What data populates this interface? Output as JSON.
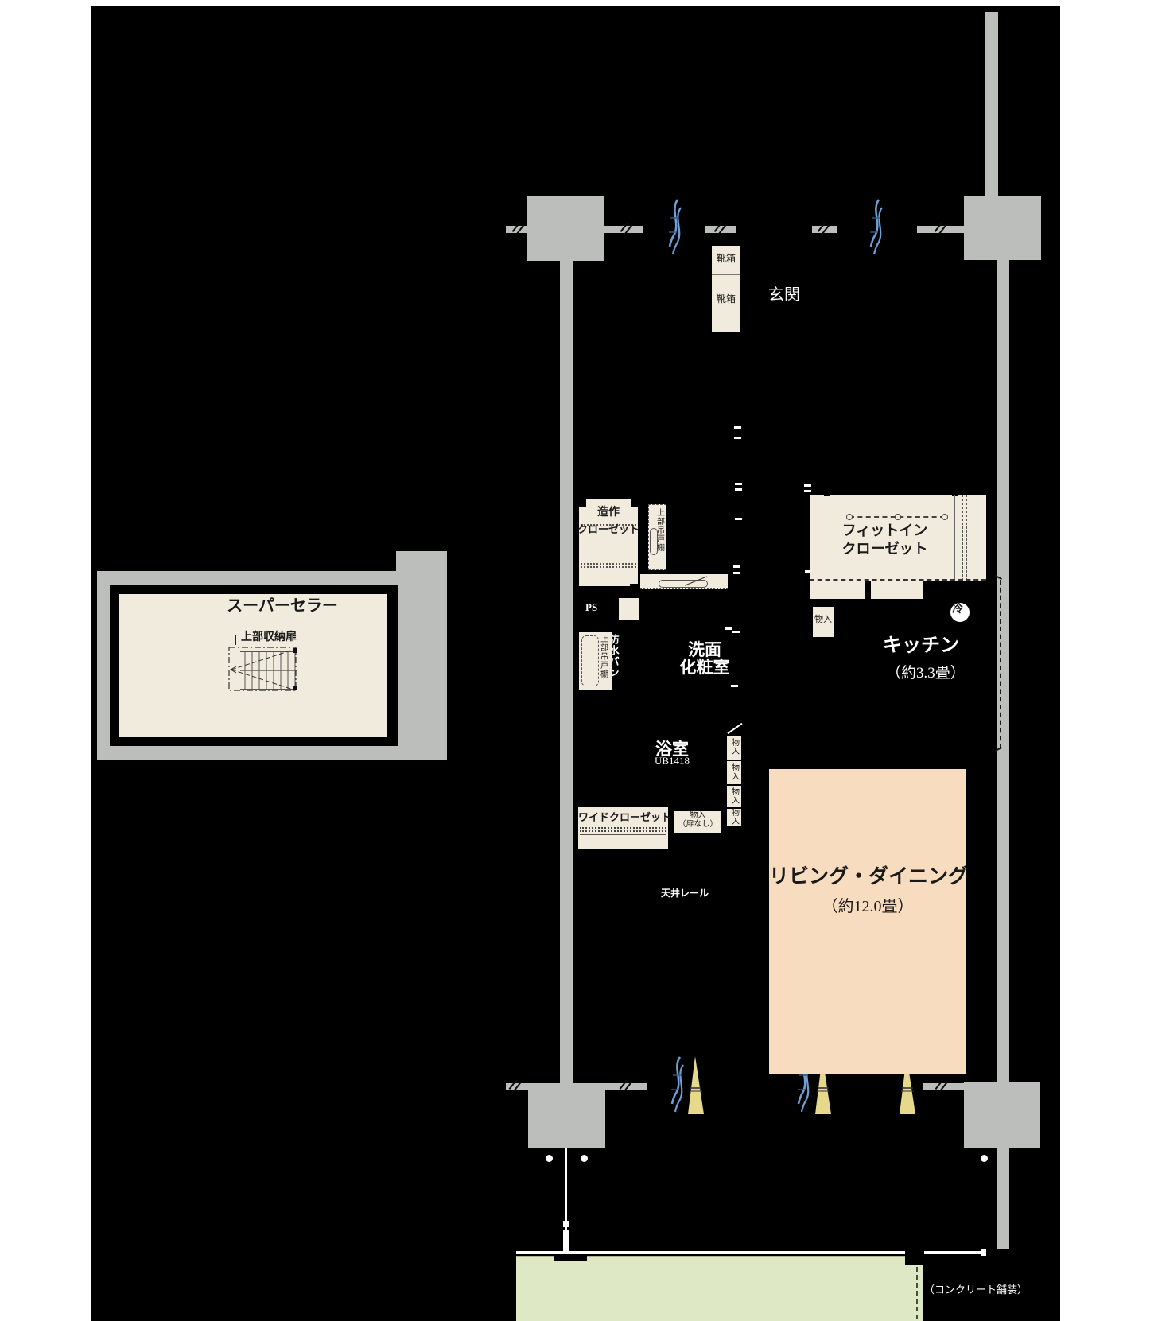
{
  "colors": {
    "background": "#000000",
    "page_margin": "#ffffff",
    "concrete_gray": "#bcbebc",
    "room_cream": "#f1ebdd",
    "living_peach": "#f7dcbf",
    "balcony_green": "#dfe8c5",
    "window_blue": "#6f9fd8",
    "cone_yellow": "#e6d98c"
  },
  "labels": {
    "entrance": "玄関",
    "shoe_box": "靴箱",
    "zousaku_closet_l1": "造作",
    "zousaku_closet_l2": "クローゼット",
    "upper_hanging_cabinet": "上部吊戸棚",
    "ps": "PS",
    "waterproof_pan": "防水パン",
    "washroom_l1": "洗面",
    "washroom_l2": "化粧室",
    "fit_in_closet_l1": "フィットイン",
    "fit_in_closet_l2": "クローゼット",
    "storage": "物入",
    "fridge": "冷",
    "kitchen": "キッチン",
    "kitchen_size": "（約3.3畳）",
    "bathroom": "浴室",
    "bathroom_unit": "UB1418",
    "wide_closet": "ワイドクローゼット",
    "storage_no_door_l1": "物入",
    "storage_no_door_l2": "（扉なし）",
    "ceiling_rail": "天井レール",
    "living_dining": "リビング・ダイニング",
    "living_dining_size": "（約12.0畳）",
    "super_cellar": "スーパーセラー",
    "upper_storage_door": "上部収納扉",
    "balcony_note": "（コンクリート舗装）"
  },
  "storage_column": [
    "物入",
    "物入",
    "物入",
    "物入"
  ]
}
